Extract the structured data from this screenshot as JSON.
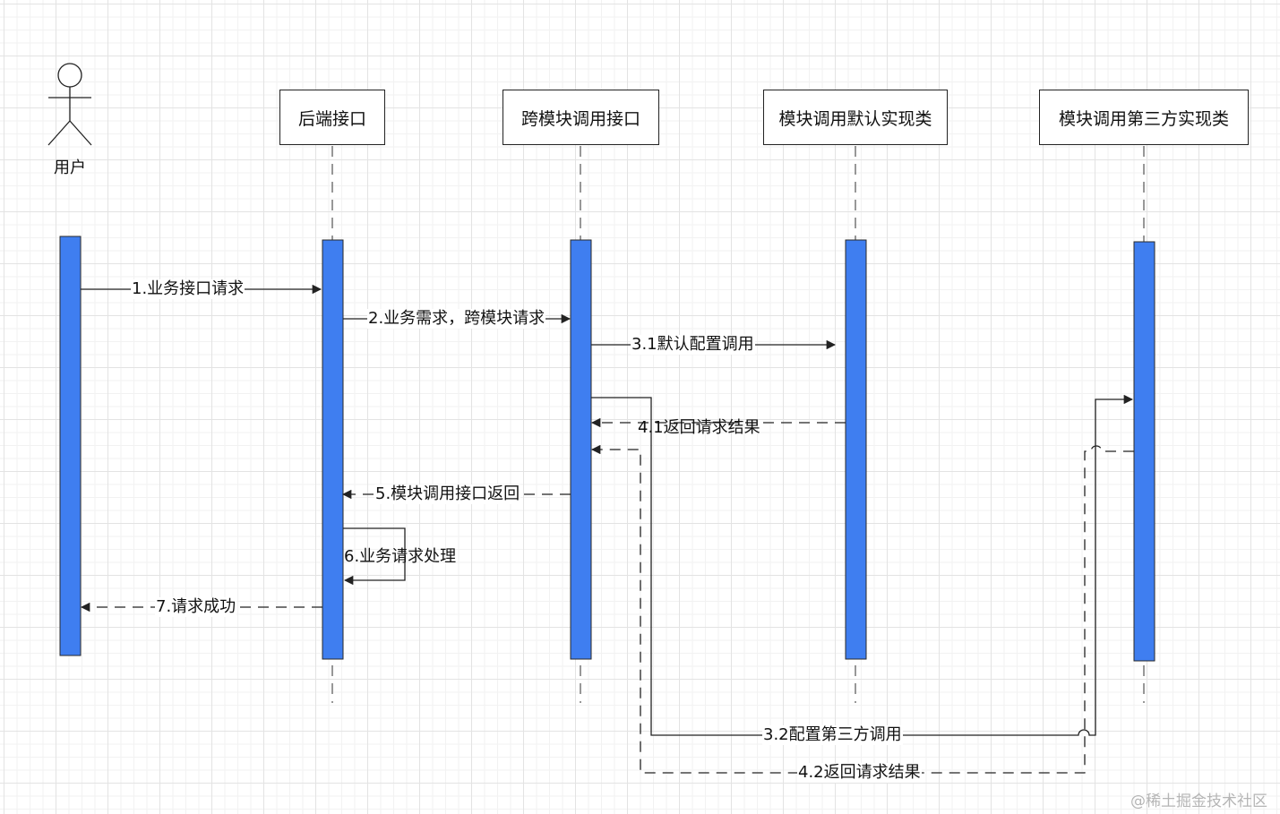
{
  "actor": {
    "label": "用户"
  },
  "participants": [
    {
      "label": "后端接口"
    },
    {
      "label": "跨模块调用接口"
    },
    {
      "label": "模块调用默认实现类"
    },
    {
      "label": "模块调用第三方实现类"
    }
  ],
  "messages": {
    "m1": "1.业务接口请求",
    "m2": "2.业务需求，跨模块请求",
    "m31": "3.1默认配置调用",
    "m41": "4.1返回请求结果",
    "m5": "5.模块调用接口返回",
    "m6": "6.业务请求处理",
    "m7": "7.请求成功",
    "m32": "3.2配置第三方调用",
    "m42": "4.2返回请求结果"
  },
  "watermark": "@稀土掘金技术社区",
  "colors": {
    "activation": "#3f7ef0",
    "line": "#222222"
  }
}
